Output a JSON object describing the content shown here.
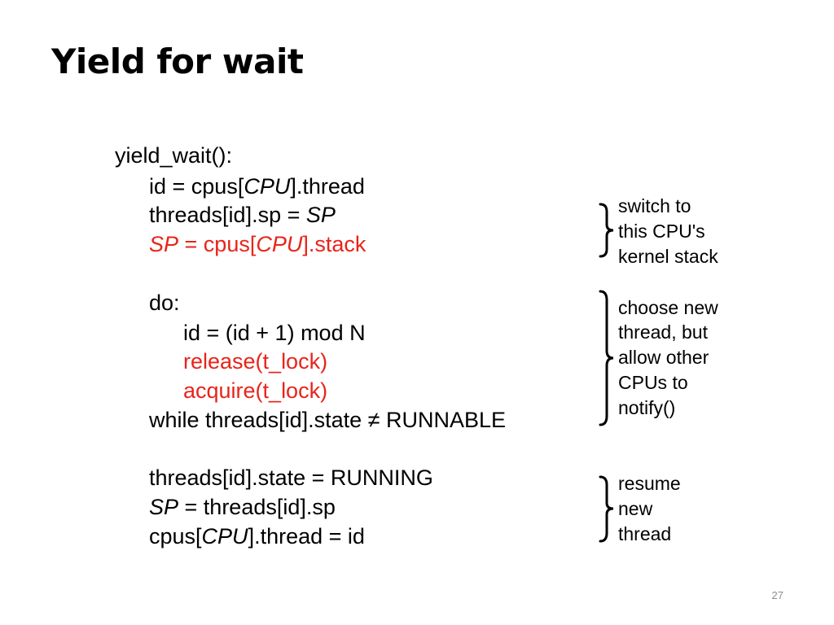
{
  "slide": {
    "title": "Yield for wait",
    "page_number": "27"
  },
  "code": {
    "line1": "yield_wait():",
    "line2": {
      "a": "id = cpus[",
      "b": "CPU",
      "c": "].thread"
    },
    "line3": {
      "a": "threads[id].sp = ",
      "b": "SP"
    },
    "line4": {
      "a": "SP",
      "b": " = cpus[",
      "c": "CPU",
      "d": "].stack"
    },
    "line5": "do:",
    "line6": "id = (id + 1) mod N",
    "line7": "release(t_lock)",
    "line8": "acquire(t_lock)",
    "line9": "while threads[id].state ≠ RUNNABLE",
    "line10": "threads[id].state = RUNNING",
    "line11": {
      "a": "SP",
      "b": " = threads[id].sp"
    },
    "line12": {
      "a": "cpus[",
      "b": "CPU",
      "c": "].thread = id"
    }
  },
  "annotations": {
    "note1": [
      "switch to",
      "this CPU's",
      "kernel stack"
    ],
    "note2": [
      "choose new",
      "thread, but",
      "allow other",
      "CPUs to",
      "notify()"
    ],
    "note3": [
      "resume",
      "new",
      "thread"
    ]
  },
  "colors": {
    "highlight": "#e8241a",
    "text": "#000000",
    "page_number": "#8c8c8c"
  }
}
